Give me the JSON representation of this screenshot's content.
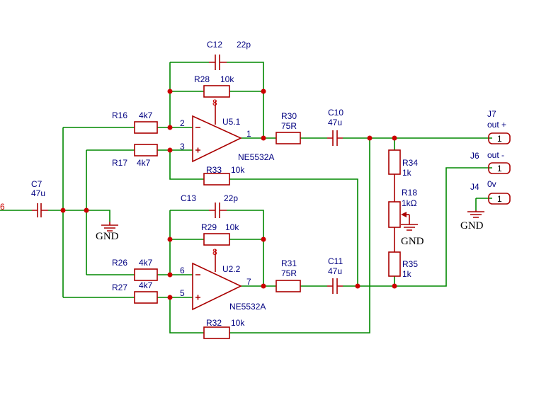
{
  "parts": {
    "c12": {
      "ref": "C12",
      "val": "22p"
    },
    "c13": {
      "ref": "C13",
      "val": "22p"
    },
    "r28": {
      "ref": "R28",
      "val": "10k"
    },
    "r29": {
      "ref": "R29",
      "val": "10k"
    },
    "r16": {
      "ref": "R16",
      "val": "4k7"
    },
    "r17": {
      "ref": "R17",
      "val": "4k7"
    },
    "r26": {
      "ref": "R26",
      "val": "4k7"
    },
    "r27": {
      "ref": "R27",
      "val": "4k7"
    },
    "r33": {
      "ref": "R33",
      "val": "10k"
    },
    "r32": {
      "ref": "R32",
      "val": "10k"
    },
    "r30": {
      "ref": "R30",
      "val": "75R"
    },
    "r31": {
      "ref": "R31",
      "val": "75R"
    },
    "c10": {
      "ref": "C10",
      "val": "47u"
    },
    "c11": {
      "ref": "C11",
      "val": "47u"
    },
    "c7": {
      "ref": "C7",
      "val": "47u"
    },
    "r34": {
      "ref": "R34",
      "val": "1k"
    },
    "r35": {
      "ref": "R35",
      "val": "1k"
    },
    "r18": {
      "ref": "R18",
      "val": "1kΩ"
    },
    "u51": {
      "ref": "U5.1",
      "val": "NE5532A"
    },
    "u22": {
      "ref": "U2.2",
      "val": "NE5532A"
    },
    "j7": {
      "ref": "J7",
      "val": "out +",
      "pin": "1"
    },
    "j6": {
      "ref": "J6",
      "val": "out -",
      "pin": "1"
    },
    "j4": {
      "ref": "J4",
      "val": "0v",
      "pin": "1"
    }
  },
  "pins": {
    "u51": {
      "inv": "2",
      "noninv": "3",
      "out": "1",
      "pwr": "8"
    },
    "u22": {
      "inv": "6",
      "noninv": "5",
      "out": "7",
      "pwr": "8"
    }
  },
  "gnd_label": "GND",
  "input_fragment": "6"
}
